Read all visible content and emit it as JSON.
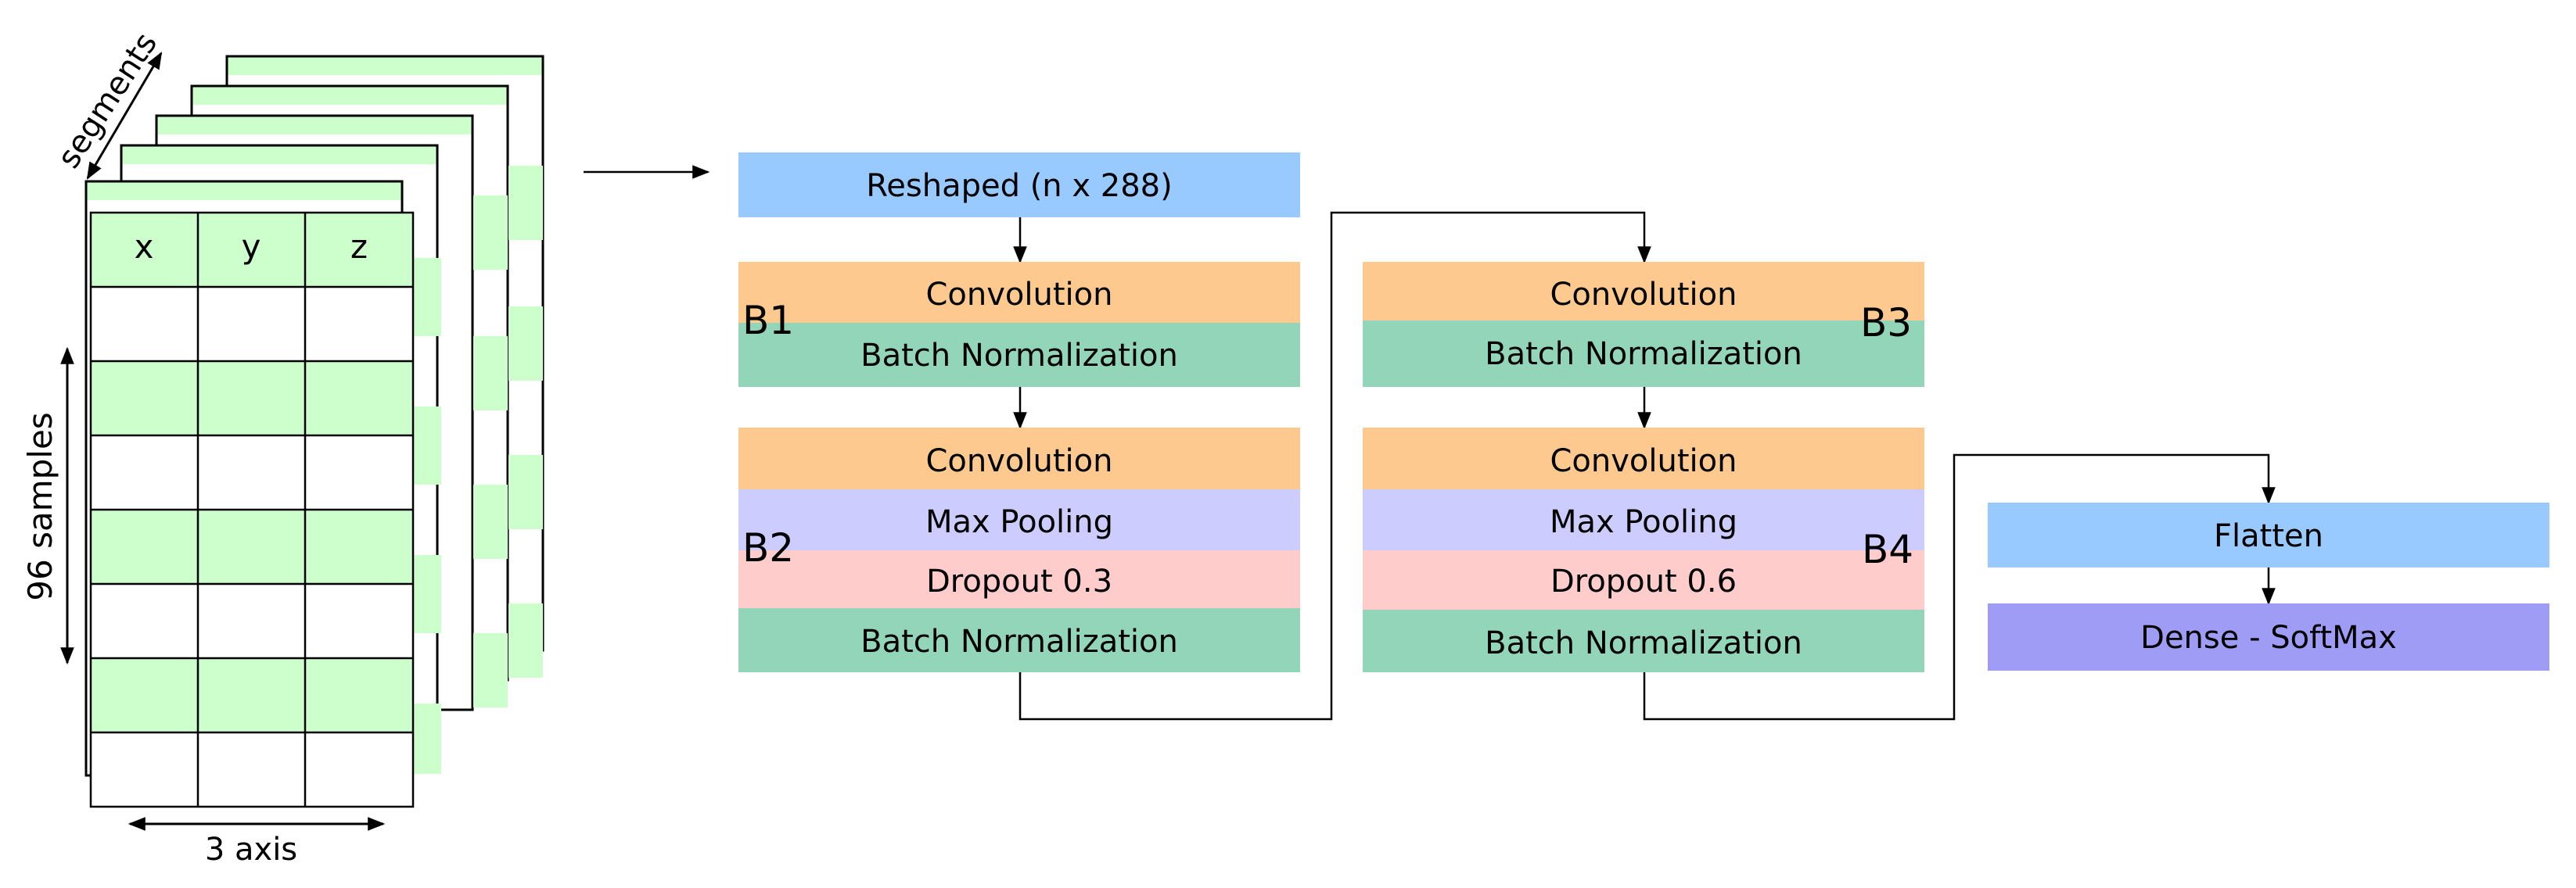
{
  "input": {
    "headers": [
      "x",
      "y",
      "z"
    ],
    "label_segments": "segments",
    "label_samples": "96 samples",
    "label_axis": "3 axis"
  },
  "reshape": {
    "label": "Reshaped (n x 288)"
  },
  "block_b1": {
    "name": "B1",
    "layers": [
      "Convolution",
      "Batch Normalization"
    ]
  },
  "block_b2": {
    "name": "B2",
    "layers": [
      "Convolution",
      "Max Pooling",
      "Dropout 0.3",
      "Batch Normalization"
    ]
  },
  "block_b3": {
    "name": "B3",
    "layers": [
      "Convolution",
      "Batch Normalization"
    ]
  },
  "block_b4": {
    "name": "B4",
    "layers": [
      "Convolution",
      "Max Pooling",
      "Dropout 0.6",
      "Batch Normalization"
    ]
  },
  "output": {
    "flatten": "Flatten",
    "dense": "Dense - SoftMax"
  },
  "colors": {
    "reshape": "#99caff",
    "convolution": "#fdc98e",
    "batch_norm": "#93d5b9",
    "max_pooling": "#ccccff",
    "dropout": "#ffcccc",
    "flatten": "#99caff",
    "dense": "#9e9cf5",
    "grid_green": "#ccffcc"
  }
}
